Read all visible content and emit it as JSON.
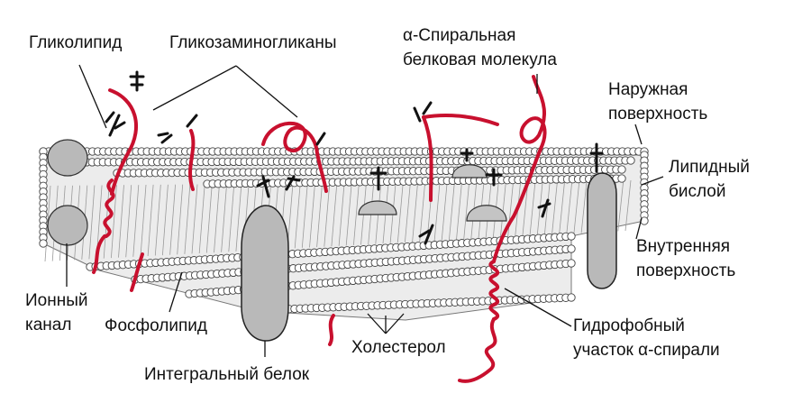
{
  "labels": {
    "glycolipid": "Гликолипид",
    "glycosaminoglycans": "Гликозаминогликаны",
    "alpha_helix_line1": "α-Спиральная",
    "alpha_helix_line2": "белковая молекула",
    "outer_surface_line1": "Наружная",
    "outer_surface_line2": "поверхность",
    "lipid_bilayer_line1": "Липидный",
    "lipid_bilayer_line2": "бислой",
    "inner_surface_line1": "Внутренняя",
    "inner_surface_line2": "поверхность",
    "ion_channel_line1": "Ионный",
    "ion_channel_line2": "канал",
    "phospholipid": "Фосфолипид",
    "integral_protein": "Интегральный белок",
    "cholesterol": "Холестерол",
    "hydrophobic_line1": "Гидрофобный",
    "hydrophobic_line2": "участок α-спирали"
  },
  "colors": {
    "chain": "#c8102e",
    "ink": "#111111",
    "protein_fill": "#b9b9b9",
    "bilayer_fill": "#ececec",
    "head_fill": "#ffffff"
  }
}
